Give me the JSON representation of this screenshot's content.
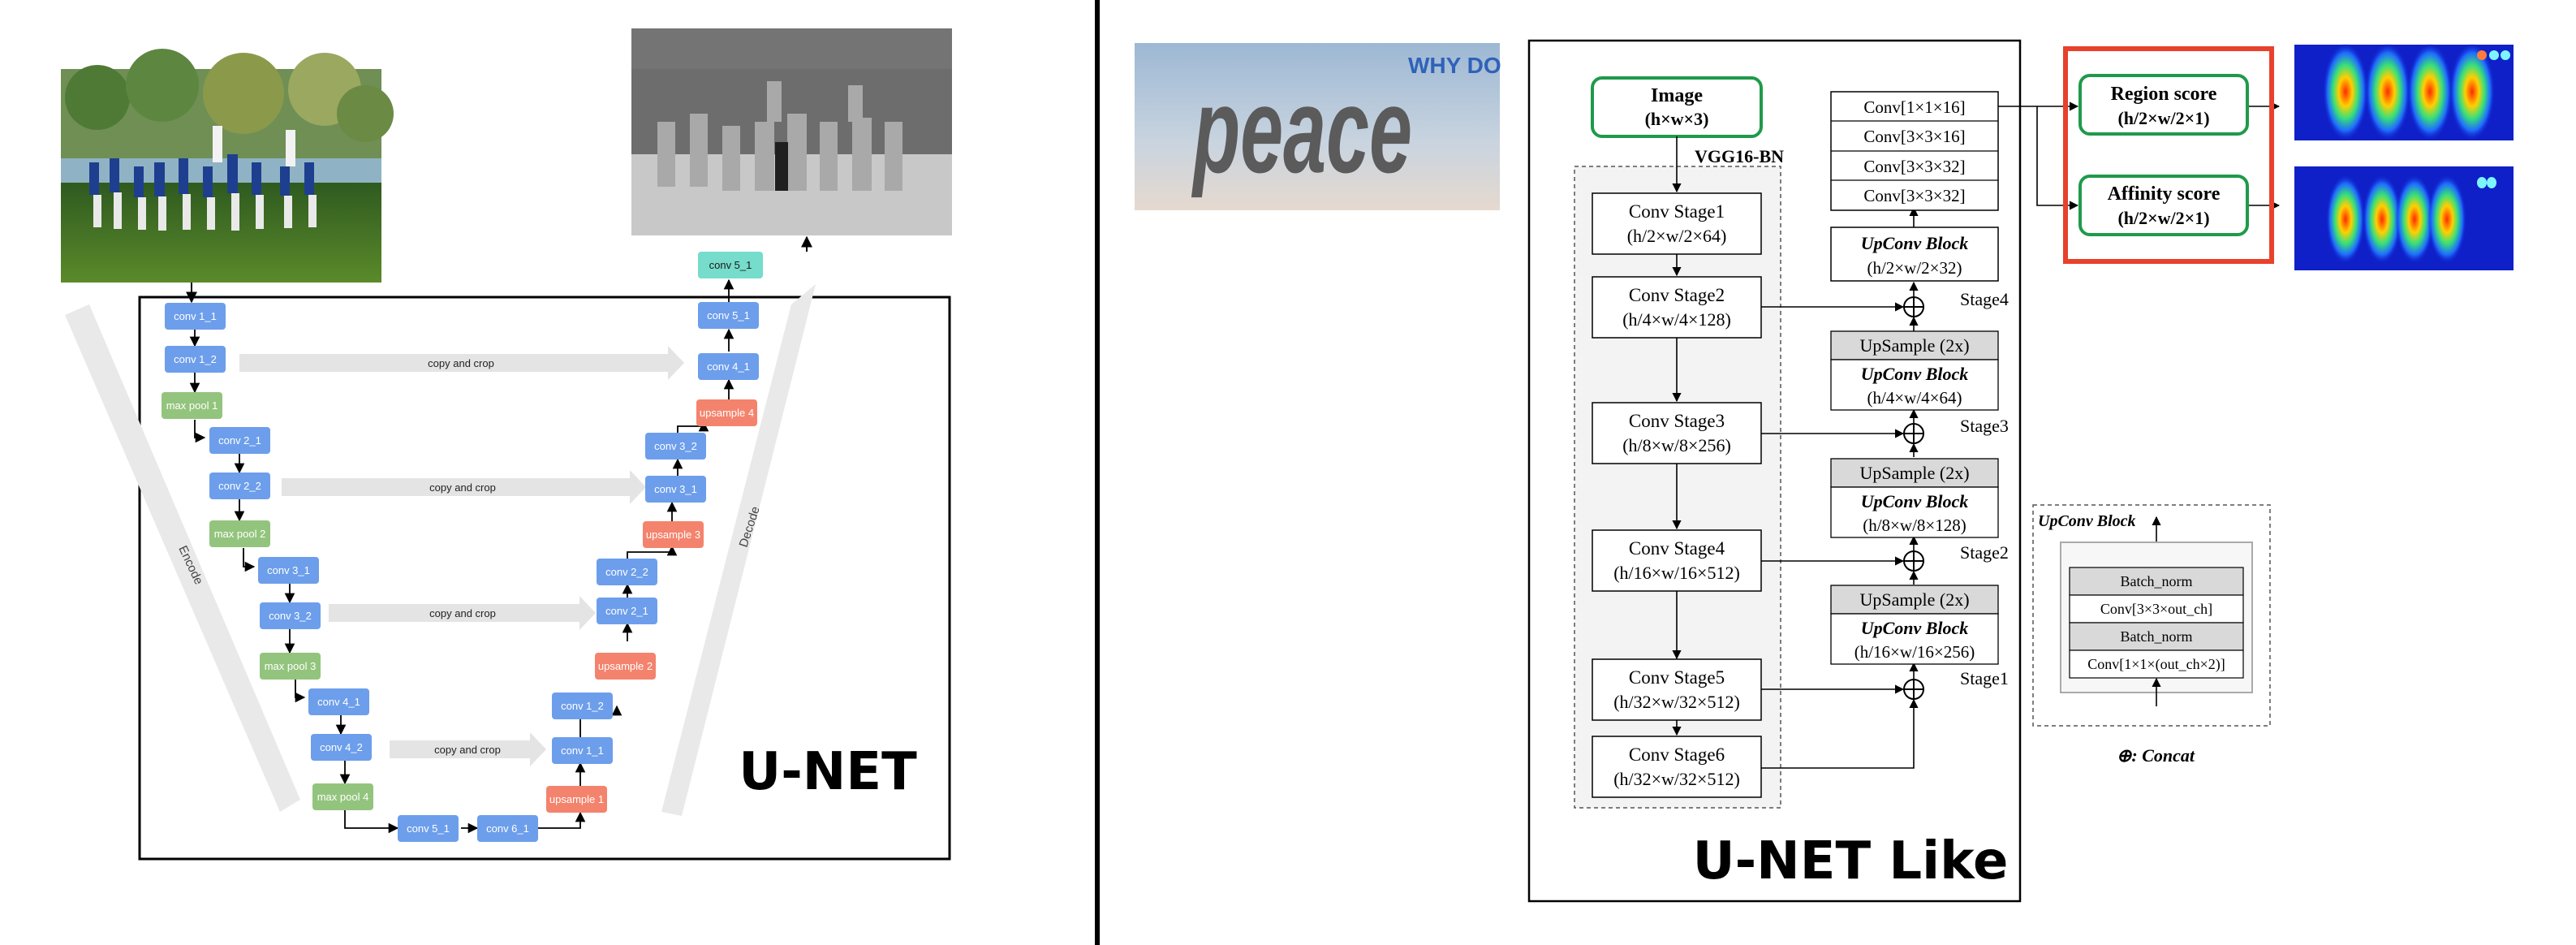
{
  "left_panel": {
    "title": "U-NET",
    "encode_label": "Encode",
    "decode_label": "Decode",
    "copy_label": "copy and crop",
    "encoder_blocks": [
      {
        "label": "conv 1_1",
        "kind": "conv"
      },
      {
        "label": "conv 1_2",
        "kind": "conv"
      },
      {
        "label": "max pool 1",
        "kind": "pool"
      },
      {
        "label": "conv 2_1",
        "kind": "conv"
      },
      {
        "label": "conv 2_2",
        "kind": "conv"
      },
      {
        "label": "max pool 2",
        "kind": "pool"
      },
      {
        "label": "conv 3_1",
        "kind": "conv"
      },
      {
        "label": "conv 3_2",
        "kind": "conv"
      },
      {
        "label": "max pool 3",
        "kind": "pool"
      },
      {
        "label": "conv 4_1",
        "kind": "conv"
      },
      {
        "label": "conv 4_2",
        "kind": "conv"
      },
      {
        "label": "max pool 4",
        "kind": "pool"
      }
    ],
    "bottom_blocks": [
      {
        "label": "conv 5_1",
        "kind": "conv"
      },
      {
        "label": "conv 6_1",
        "kind": "conv"
      }
    ],
    "decoder_blocks": [
      {
        "label": "upsample 1",
        "kind": "up"
      },
      {
        "label": "conv 1_1",
        "kind": "conv"
      },
      {
        "label": "conv 1_2",
        "kind": "conv"
      },
      {
        "label": "upsample 2",
        "kind": "up"
      },
      {
        "label": "conv 2_1",
        "kind": "conv"
      },
      {
        "label": "conv 2_2",
        "kind": "conv"
      },
      {
        "label": "upsample 3",
        "kind": "up"
      },
      {
        "label": "conv 3_1",
        "kind": "conv"
      },
      {
        "label": "conv 3_2",
        "kind": "conv"
      },
      {
        "label": "upsample 4",
        "kind": "up"
      },
      {
        "label": "conv 4_1",
        "kind": "conv"
      },
      {
        "label": "conv 5_1",
        "kind": "conv"
      },
      {
        "label": "conv 5_1",
        "kind": "out"
      }
    ]
  },
  "right_panel": {
    "title": "U-NET Like",
    "sample_word": "peace",
    "sample_word_small": "WHY DO",
    "image_box": {
      "line1": "Image",
      "line2": "(h×w×3)"
    },
    "backbone_label": "VGG16-BN",
    "stages": [
      {
        "line1": "Conv Stage1",
        "line2": "(h/2×w/2×64)"
      },
      {
        "line1": "Conv Stage2",
        "line2": "(h/4×w/4×128)"
      },
      {
        "line1": "Conv Stage3",
        "line2": "(h/8×w/8×256)"
      },
      {
        "line1": "Conv Stage4",
        "line2": "(h/16×w/16×512)"
      },
      {
        "line1": "Conv Stage5",
        "line2": "(h/32×w/32×512)"
      },
      {
        "line1": "Conv Stage6",
        "line2": "(h/32×w/32×512)"
      }
    ],
    "head_convs": [
      "Conv[1×1×16]",
      "Conv[3×3×16]",
      "Conv[3×3×32]",
      "Conv[3×3×32]"
    ],
    "upconv_top": {
      "title": "UpConv Block",
      "dims": "(h/2×w/2×32)"
    },
    "up_groups": [
      {
        "upsample": "UpSample (2x)",
        "title": "UpConv Block",
        "dims": "(h/4×w/4×64)"
      },
      {
        "upsample": "UpSample (2x)",
        "title": "UpConv Block",
        "dims": "(h/8×w/8×128)"
      },
      {
        "upsample": "UpSample (2x)",
        "title": "UpConv Block",
        "dims": "(h/16×w/16×256)"
      }
    ],
    "stage_tags": [
      "Stage4",
      "Stage3",
      "Stage2",
      "Stage1"
    ],
    "scores": [
      {
        "line1": "Region score",
        "line2": "(h/2×w/2×1)"
      },
      {
        "line1": "Affinity score",
        "line2": "(h/2×w/2×1)"
      }
    ],
    "legend": {
      "title": "UpConv Block",
      "rows": [
        "Batch_norm",
        "Conv[3×3×out_ch]",
        "Batch_norm",
        "Conv[1×1×(out_ch×2)]"
      ]
    },
    "concat_note": "⊕: Concat"
  },
  "colors": {
    "conv": "#6d9eeb",
    "pool": "#93c47d",
    "up": "#f4836d",
    "out": "#76dccb",
    "green_box": "#1f9a4a",
    "red_box": "#e8412c",
    "divider": "#000000"
  }
}
